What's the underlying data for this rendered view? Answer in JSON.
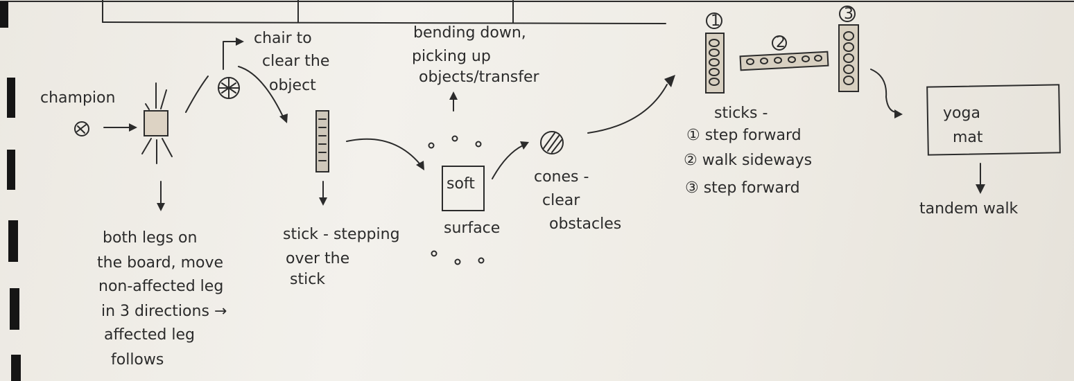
{
  "labels": {
    "champion": "champion",
    "chair": [
      "chair to",
      "clear the",
      "object"
    ],
    "bending": [
      "bending down,",
      "picking up",
      "objects/transfer"
    ],
    "both_legs": [
      "both legs on",
      "the board, move",
      "non-affected leg",
      "in 3 directions →",
      "affected leg",
      "follows"
    ],
    "stick": [
      "stick - stepping",
      "over the",
      "stick"
    ],
    "soft": "soft",
    "surface": "surface",
    "cones": [
      "cones -",
      "clear",
      "obstacles"
    ],
    "sticks_title": "sticks -",
    "sticks_steps": [
      "① step forward",
      "② walk sideways",
      "③ step forward"
    ],
    "num1": "1",
    "num2": "2",
    "num3": "3",
    "yoga_line1": "yoga",
    "yoga_line2": "mat",
    "tandem": "tandem walk"
  }
}
